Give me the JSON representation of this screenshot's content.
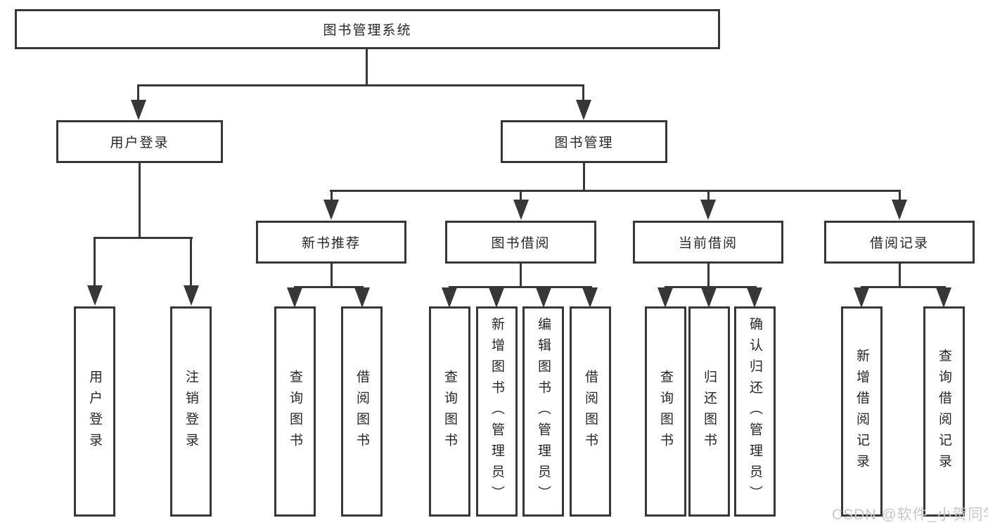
{
  "tree": {
    "root": {
      "label": "图书管理系统"
    },
    "children": [
      {
        "label": "用户登录",
        "children": [
          {
            "label": "用户登录"
          },
          {
            "label": "注销登录"
          }
        ]
      },
      {
        "label": "图书管理",
        "children": [
          {
            "label": "新书推荐",
            "children": [
              {
                "label": "查询图书"
              },
              {
                "label": "借阅图书"
              }
            ]
          },
          {
            "label": "图书借阅",
            "children": [
              {
                "label": "查询图书"
              },
              {
                "label": "新增图书（管理员）"
              },
              {
                "label": "编辑图书（管理员）"
              },
              {
                "label": "借阅图书"
              }
            ]
          },
          {
            "label": "当前借阅",
            "children": [
              {
                "label": "查询图书"
              },
              {
                "label": "归还图书"
              },
              {
                "label": "确认归还（管理员）"
              }
            ]
          },
          {
            "label": "借阅记录",
            "children": [
              {
                "label": "新增借阅记录"
              },
              {
                "label": "查询借阅记录"
              }
            ]
          }
        ]
      }
    ]
  },
  "watermark": {
    "text": "CSDN @软件_小贺同学"
  },
  "colors": {
    "line": "#373737",
    "box_border": "#373737",
    "text": "#262626",
    "watermark": "#c7c7c7",
    "background": "#ffffff"
  }
}
